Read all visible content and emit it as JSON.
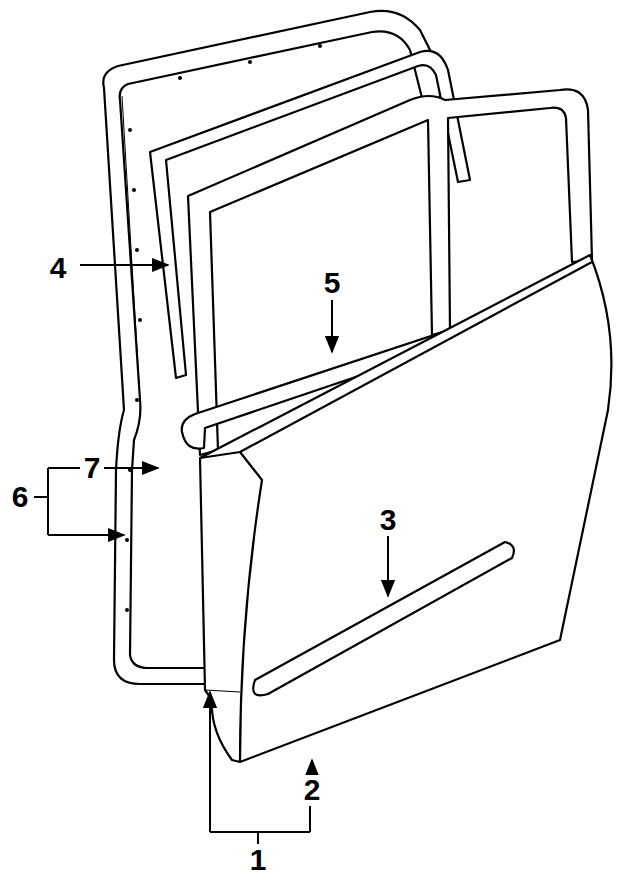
{
  "diagram": {
    "labels": [
      "4",
      "5",
      "7",
      "6",
      "3",
      "2",
      "1"
    ]
  }
}
